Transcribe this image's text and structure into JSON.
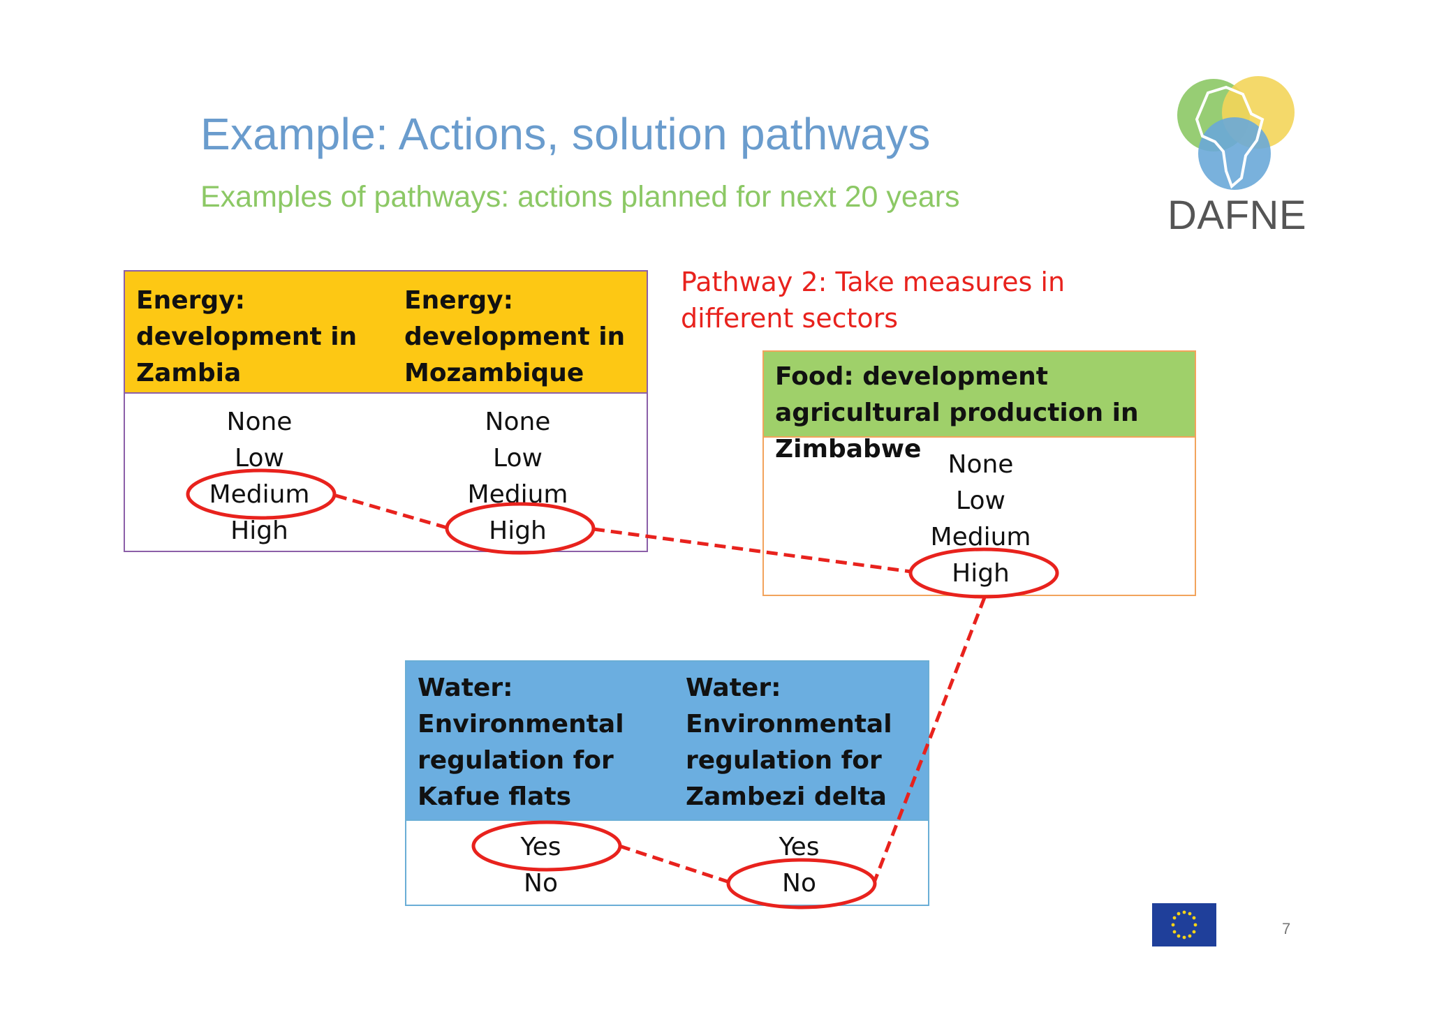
{
  "title": "Example: Actions, solution pathways",
  "subtitle": "Examples of pathways: actions planned for next 20 years",
  "logo": {
    "text": "DAFNE",
    "colors": [
      "#8cc865",
      "#f3d55a",
      "#6aa8d8"
    ]
  },
  "pathway_label": "Pathway 2: Take measures in different sectors",
  "energy_table": {
    "headers": [
      "Energy: development in Zambia",
      "Energy: development in Mozambique"
    ],
    "columns": [
      [
        "None",
        "Low",
        "Medium",
        "High"
      ],
      [
        "None",
        "Low",
        "Medium",
        "High"
      ]
    ],
    "selected": [
      "Medium",
      "High"
    ]
  },
  "food_table": {
    "header": "Food: development agricultural production in Zimbabwe",
    "values": [
      "None",
      "Low",
      "Medium",
      "High"
    ],
    "selected": "High"
  },
  "water_table": {
    "headers": [
      "Water: Environmental regulation for Kafue flats",
      "Water: Environmental regulation for Zambezi delta"
    ],
    "columns": [
      [
        "Yes",
        "No"
      ],
      [
        "Yes",
        "No"
      ]
    ],
    "selected": [
      "Yes",
      "No"
    ]
  },
  "colors": {
    "title": "#6a9ccd",
    "subtitle": "#8cc865",
    "pathway": "#e8221d",
    "energy_header": "#fdc814",
    "food_header": "#9fd06a",
    "water_header": "#6baee0"
  },
  "page_number": "7"
}
